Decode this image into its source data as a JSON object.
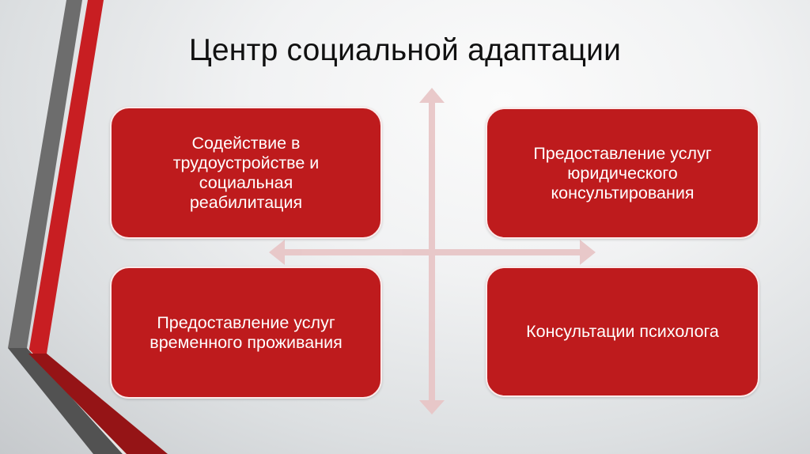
{
  "slide": {
    "title": "Центр социальной адаптации",
    "colors": {
      "box_fill": "#be1b1d",
      "box_border": "#fbeaea",
      "arrow": "#e8c4c5",
      "stripe_red": "#c81e22",
      "stripe_gray": "#6b6b6b",
      "stripe_dark_red": "#8e1214",
      "stripe_dark_gray": "#4e4e4e"
    },
    "boxes": [
      {
        "position": "top-left",
        "text": "Содействие в\nтрудоустройстве и\nсоциальная\nреабилитация"
      },
      {
        "position": "top-right",
        "text": "Предоставление услуг\nюридического\nконсультирования"
      },
      {
        "position": "bottom-left",
        "text": "Предоставление услуг\nвременного проживания"
      },
      {
        "position": "bottom-right",
        "text": "Консультации психолога"
      }
    ],
    "arrows": {
      "vertical": "up-down-double-arrow",
      "horizontal": "left-right-double-arrow"
    }
  }
}
